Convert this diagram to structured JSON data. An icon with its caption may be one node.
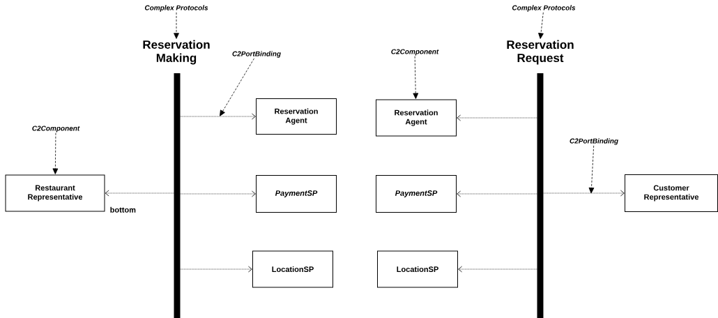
{
  "diagram": {
    "nodes": [
      {
        "text": [
          "Complex Protocols"
        ]
      },
      {
        "text": [
          "Reservation Making"
        ]
      },
      {
        "text": [
          "C2PortBinding"
        ]
      },
      {
        "text": [
          "Reservation Agent"
        ]
      },
      {
        "text": [
          "C2Component"
        ]
      },
      {
        "text": [
          "Restaurant Representative"
        ],
        "beside": [
          "bottom"
        ]
      },
      {
        "text": [
          "PaymentSP"
        ]
      },
      {
        "text": [
          "LocationSP"
        ]
      },
      {
        "text": [
          "Complex Protocols"
        ]
      },
      {
        "text": [
          "Reservation Request"
        ]
      },
      {
        "text": [
          "C2Component"
        ]
      },
      {
        "text": [
          "Reservation Agent"
        ]
      },
      {
        "text": [
          "C2PortBinding"
        ]
      },
      {
        "text": [
          "PaymentSP"
        ]
      },
      {
        "text": [
          "Customer Representative"
        ]
      },
      {
        "text": [
          "LocationSP"
        ]
      }
    ],
    "edges": [
      {
        "from": 0,
        "to": 1,
        "arrow": "to",
        "style": "dashed"
      },
      {
        "from": 1,
        "to": 3,
        "arrow": "to"
      },
      {
        "from": 2,
        "to": null,
        "arrow": "to",
        "style": "dashed"
      },
      {
        "from": 4,
        "to": 5,
        "arrow": "to",
        "style": "dashed"
      },
      {
        "from": 1,
        "to": 5,
        "arrow": "to"
      },
      {
        "from": 1,
        "to": 6,
        "arrow": "to"
      },
      {
        "from": 1,
        "to": 7,
        "arrow": "to"
      },
      {
        "from": 8,
        "to": 9,
        "arrow": "to",
        "style": "dashed"
      },
      {
        "from": 10,
        "to": 11,
        "arrow": "to",
        "style": "dashed"
      },
      {
        "from": 9,
        "to": 11,
        "arrow": "to"
      },
      {
        "from": 12,
        "to": null,
        "arrow": "to",
        "style": "dashed"
      },
      {
        "from": 9,
        "to": 13,
        "arrow": "to"
      },
      {
        "from": 9,
        "to": 14,
        "arrow": "to"
      },
      {
        "from": 9,
        "to": 15,
        "arrow": "to"
      }
    ]
  }
}
